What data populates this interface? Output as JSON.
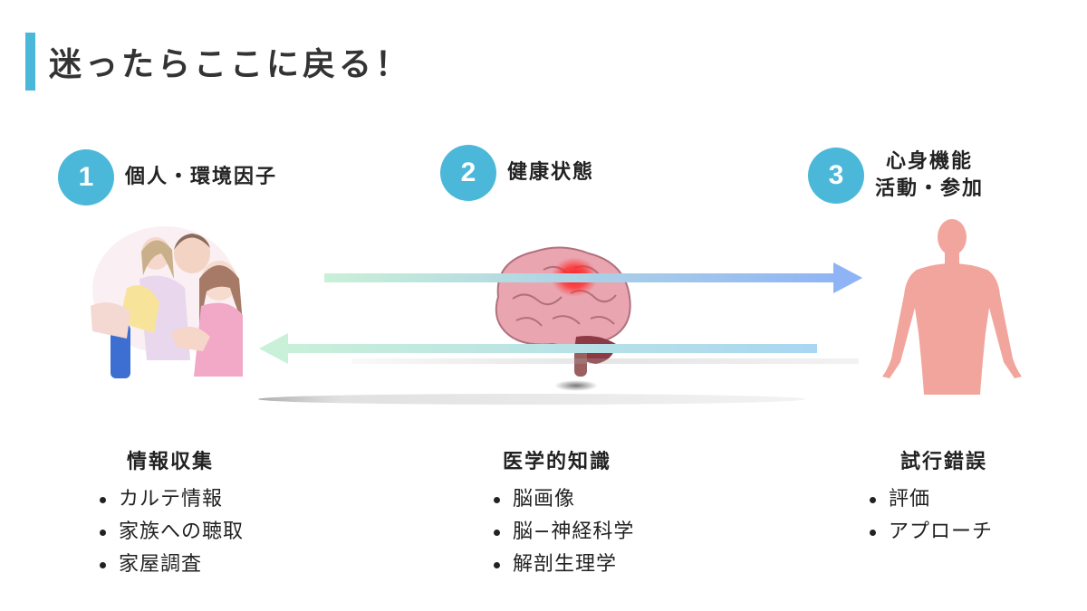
{
  "title": "迷ったらここに戻る！",
  "steps": [
    {
      "number": "1",
      "label": "個人・環境因子"
    },
    {
      "number": "2",
      "label": "健康状態"
    },
    {
      "number": "3",
      "label_line1": "心身機能",
      "label_line2": "活動・参加"
    }
  ],
  "columns": [
    {
      "heading": "情報収集",
      "items": [
        "カルテ情報",
        "家族への聴取",
        "家屋調査"
      ]
    },
    {
      "heading": "医学的知識",
      "items": [
        "脳画像",
        "脳−神経科学",
        "解剖生理学"
      ]
    },
    {
      "heading": "試行錯誤",
      "items": [
        "評価",
        "アプローチ"
      ]
    }
  ],
  "colors": {
    "accent": "#4cb8d9",
    "arrow_right_start": "#c9f0d8",
    "arrow_right_end": "#8fb4f5",
    "arrow_left_start": "#c9f0d8",
    "arrow_left_end": "#a9d6f2",
    "body_figure": "#f2a59c",
    "brain": "#e7a3ad",
    "hotspot": "#ff1a1a"
  },
  "icons": {
    "family": "family-illustration",
    "brain": "brain-illustration",
    "body": "human-body-illustration",
    "arrow_right": "arrow-right-icon",
    "arrow_left": "arrow-left-icon"
  }
}
